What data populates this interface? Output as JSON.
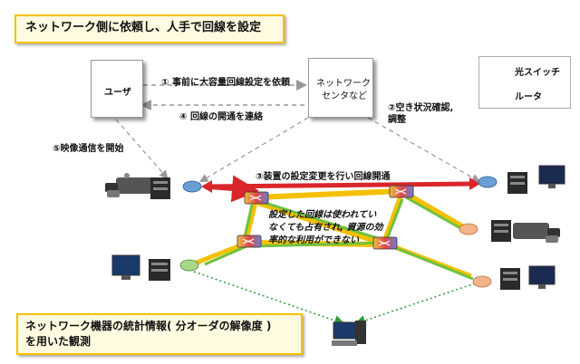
{
  "title": "ネットワーク側に依頼し、人手で回線を設定",
  "bottom_note_line1": "ネットワーク機器の統計情報( 分オーダの解像度 )",
  "bottom_note_line2": "を用いた観測",
  "nodes": {
    "user": "ユーザ",
    "center_line1": "ネットワーク",
    "center_line2": "センタなど"
  },
  "steps": {
    "step1": "① 事前に大容量回線設定を依頼",
    "step2_line1": "②空き状況確認,",
    "step2_line2": "調整",
    "step3": "③装置の設定変更を行い回線開通",
    "step4": "④ 回線の開通を連絡",
    "step5": "⑤映像通信を開始"
  },
  "annotation": {
    "line1": "設定した回線は使われてい",
    "line2": "なくても占有され, 資源の効",
    "line3": "率的な利用ができない"
  },
  "legend": {
    "optical_switch": "光スイッチ",
    "router": "ルータ"
  },
  "colors": {
    "accent_red": "#d9262b",
    "path_yellow": "#f4c000",
    "path_green": "#6ec23f",
    "router_blue": "#6a9fd4",
    "router_peach": "#f4b48a",
    "router_green": "#a8d888",
    "callout_border": "#f2c100"
  },
  "icons": [
    "optical-switch-icon",
    "router-icon",
    "camera-icon",
    "server-icon",
    "monitor-icon",
    "computer-icon"
  ]
}
